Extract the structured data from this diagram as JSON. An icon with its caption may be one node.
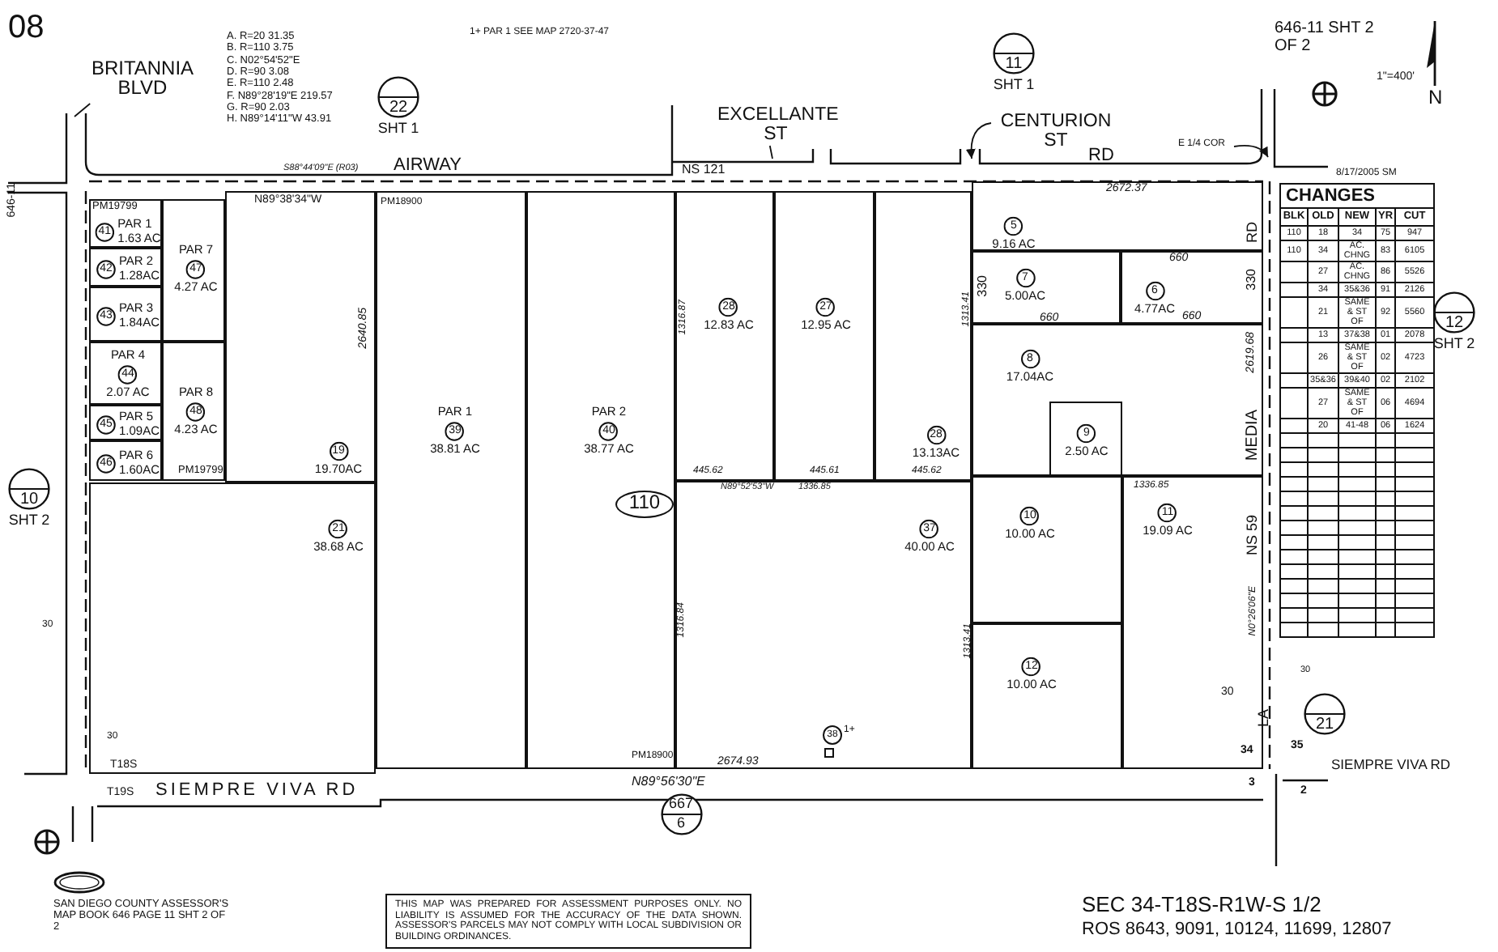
{
  "diagram": {
    "nodes": [
      {
        "text": [
          "BRITANNIA BLVD"
        ]
      },
      {
        "text": [
          "EXCELLANTE ST"
        ]
      },
      {
        "text": [
          "CENTURION ST"
        ]
      },
      {
        "text": [
          "E 1/4 COR"
        ]
      },
      {
        "text": [
          "22",
          "SHT 1"
        ]
      },
      {
        "text": [
          "11",
          "SHT 1"
        ]
      },
      {
        "text": [
          "12",
          "SHT 2"
        ]
      },
      {
        "text": [
          "10",
          "SHT 2"
        ]
      },
      {
        "text": [
          "41",
          "PAR 1",
          "1.63 AC"
        ]
      },
      {
        "text": [
          "42",
          "PAR 2",
          "1.28AC"
        ]
      },
      {
        "text": [
          "43",
          "PAR 3",
          "1.84AC"
        ]
      },
      {
        "text": [
          "PAR 4",
          "44",
          "2.07 AC"
        ]
      },
      {
        "text": [
          "45",
          "PAR 5",
          "1.09AC"
        ]
      },
      {
        "text": [
          "46",
          "PAR 6",
          "1.60AC"
        ]
      },
      {
        "text": [
          "PAR 7",
          "47",
          "4.27 AC"
        ]
      },
      {
        "text": [
          "PAR 8",
          "48",
          "4.23 AC"
        ]
      },
      {
        "text": [
          "19",
          "19.70AC"
        ]
      },
      {
        "text": [
          "PAR 1",
          "39",
          "38.81 AC"
        ]
      },
      {
        "text": [
          "PAR 2",
          "40",
          "38.77 AC"
        ]
      },
      {
        "text": [
          "21",
          "38.68 AC"
        ]
      },
      {
        "text": [
          "28",
          "12.83 AC"
        ]
      },
      {
        "text": [
          "27",
          "12.95 AC"
        ]
      },
      {
        "text": [
          "28",
          "13.13AC"
        ]
      },
      {
        "text": [
          "37",
          "40.00 AC"
        ]
      },
      {
        "text": [
          "5",
          "9.16 AC"
        ]
      },
      {
        "text": [
          "7",
          "5.00AC"
        ]
      },
      {
        "text": [
          "6",
          "4.77AC"
        ]
      },
      {
        "text": [
          "8",
          "17.04AC"
        ]
      },
      {
        "text": [
          "9",
          "2.50 AC"
        ],
        "in": 27
      },
      {
        "text": [
          "10",
          "10.00 AC"
        ]
      },
      {
        "text": [
          "12",
          "10.00 AC"
        ]
      },
      {
        "text": [
          "11",
          "19.09 AC"
        ]
      },
      {
        "text": [
          "38"
        ],
        "beside": [
          "1+"
        ],
        "in": 23
      },
      {
        "text": [
          "110"
        ],
        "in": 18
      },
      {
        "text": [
          "21"
        ]
      },
      {
        "text": [
          "667",
          "6"
        ]
      }
    ],
    "edges": [
      {
        "from": 0,
        "to": null,
        "arrow": "none"
      },
      {
        "from": 1,
        "to": null,
        "arrow": "none"
      },
      {
        "from": 2,
        "to": null,
        "arrow": "to"
      },
      {
        "from": 3,
        "to": null,
        "arrow": "to"
      }
    ],
    "labels": [
      "08",
      "A. R=20 31.35",
      "B. R=110 3.75",
      "C. N02°54'52\"E",
      "D. R=90 3.08",
      "E. R=110 2.48",
      "F. N89°28'19\"E 219.57",
      "G. R=90 2.03",
      "H. N89°14'11\"W 43.91",
      "1+ PAR 1 SEE MAP 2720-37-47",
      "646-11 SHT 2 OF 2",
      "1\"=400'",
      "N",
      "AIRWAY",
      "S88°44'09\"E (R03)",
      "NS 121",
      "RD",
      "N89°38'34\"W",
      "PM19799",
      "PM18900",
      "8/17/2005 SM",
      "2672.37",
      "660",
      "330",
      "330",
      "RD",
      "660",
      "660",
      "2640.85",
      "2619.68",
      "MEDIA",
      "NS 59",
      "N0°26'06\"E",
      "PM19799",
      "2674.93",
      "PM18900",
      "30",
      "30",
      "T18S",
      "30",
      "30",
      "LA",
      "34",
      "35",
      "T19S",
      "SIEMPRE VIVA RD",
      "N89°56'30\"E",
      "SIEMPRE VIVA RD",
      "3",
      "2",
      "646-11",
      "SAN DIEGO COUNTY ASSESSOR'S MAP BOOK 646 PAGE 11 SHT 2 OF 2",
      "THIS MAP WAS PREPARED FOR ASSESSMENT PURPOSES ONLY. NO LIABILITY IS ASSUMED FOR THE ACCURACY OF THE DATA SHOWN. ASSESSOR'S PARCELS MAY NOT COMPLY WITH LOCAL SUBDIVISION OR BUILDING ORDINANCES.",
      "SEC 34-T18S-R1W-S 1/2",
      "ROS 8643, 9091, 10124, 11699, 12807",
      "1316.87",
      "445.62",
      "N89°52'53\"W",
      "1336.85",
      "445.61",
      "445.62",
      "1313.41",
      "1336.85",
      "1316.84",
      "1313.41",
      "CHANGES",
      "BLK",
      "OLD",
      "NEW",
      "YR",
      "CUT",
      "110",
      "18",
      "34",
      "75",
      "947",
      "110",
      "34",
      "AC. CHNG",
      "83",
      "6105",
      "27",
      "AC. CHNG",
      "86",
      "5526",
      "34",
      "35&36",
      "91",
      "2126",
      "21",
      "SAME & ST OF",
      "92",
      "5560",
      "13",
      "37&38",
      "01",
      "2078",
      "26",
      "SAME & ST OF",
      "02",
      "4723",
      "35&36",
      "39&40",
      "02",
      "2102",
      "27",
      "SAME & ST OF",
      "06",
      "4694",
      "20",
      "41-48",
      "06",
      "1624"
    ]
  }
}
